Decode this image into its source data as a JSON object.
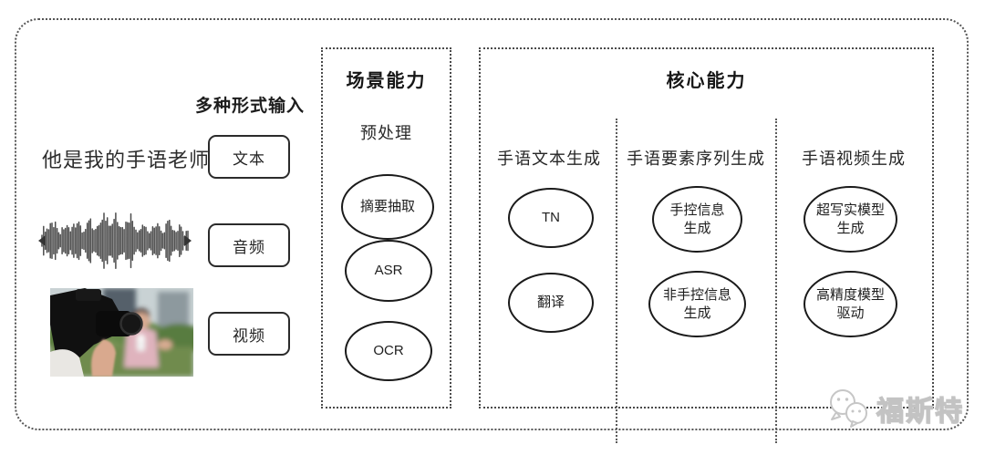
{
  "colors": {
    "line": "#1a1a1a",
    "box_border": "#2b2b2b",
    "dashed_border": "#4a4a4a",
    "watermark": "#c3c3c3",
    "background": "#ffffff"
  },
  "input_section": {
    "title": "多种形式输入",
    "sample_text": "他是我的手语老师",
    "modes": [
      {
        "label": "文本"
      },
      {
        "label": "音频"
      },
      {
        "label": "视频"
      }
    ]
  },
  "scene_box": {
    "title": "场景能力",
    "subtitle": "预处理",
    "nodes": [
      {
        "label": "摘要抽取"
      },
      {
        "label": "ASR"
      },
      {
        "label": "OCR"
      }
    ]
  },
  "core_box": {
    "title": "核心能力",
    "columns": [
      {
        "label": "手语文本生成",
        "nodes": [
          {
            "label": "TN"
          },
          {
            "label": "翻译"
          }
        ]
      },
      {
        "label": "手语要素序列生成",
        "nodes": [
          {
            "label": "手控信息\n生成"
          },
          {
            "label": "非手控信息\n生成"
          }
        ]
      },
      {
        "label": "手语视频生成",
        "nodes": [
          {
            "label": "超写实模型\n生成"
          },
          {
            "label": "高精度模型\n驱动"
          }
        ]
      }
    ]
  },
  "watermark": {
    "text": "福斯特"
  }
}
